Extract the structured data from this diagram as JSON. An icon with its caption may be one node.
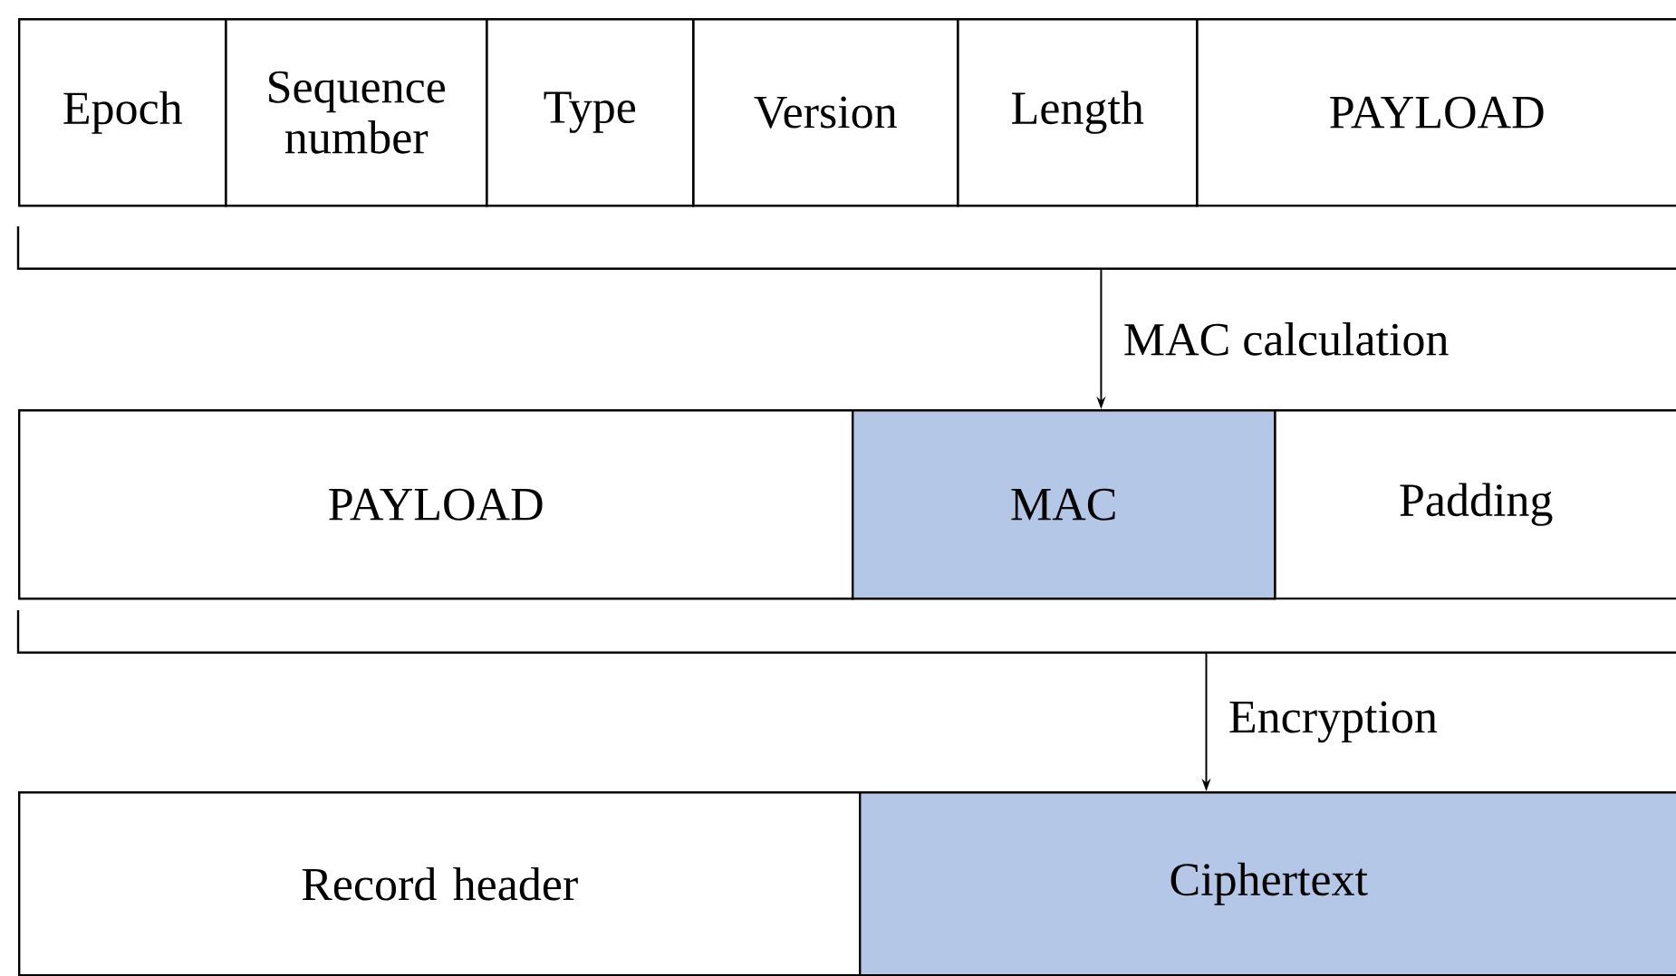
{
  "diagram": {
    "nodes": [
      {
        "text": [
          "Epoch"
        ]
      },
      {
        "text": [
          "Sequence number"
        ]
      },
      {
        "text": [
          "Type"
        ]
      },
      {
        "text": [
          "Version"
        ]
      },
      {
        "text": [
          "Length"
        ]
      },
      {
        "text": [
          "PAYLOAD"
        ]
      },
      {
        "text": [],
        "shape": "bracket"
      },
      {
        "text": [
          "PAYLOAD"
        ]
      },
      {
        "text": [
          "MAC"
        ]
      },
      {
        "text": [
          "Padding"
        ]
      },
      {
        "text": [],
        "shape": "bracket"
      },
      {
        "text": [
          "Record header"
        ]
      },
      {
        "text": [
          "Ciphertext"
        ]
      }
    ],
    "edges": [
      {
        "from": 6,
        "to": 8,
        "arrow": "to",
        "label": "MAC calculation"
      },
      {
        "from": 10,
        "to": 12,
        "arrow": "to",
        "label": "Encryption"
      }
    ]
  }
}
